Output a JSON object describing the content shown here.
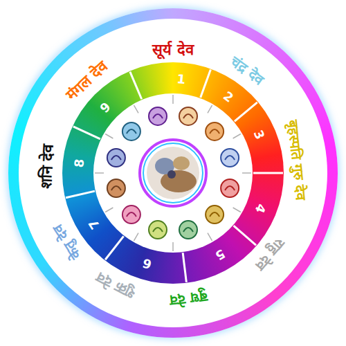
{
  "diagram": {
    "labels": [
      "सूर्य देव",
      "चंद्र देव",
      "बृहस्पति गुरु देव",
      "राहु देव",
      "बुध देव",
      "शुक्र देव",
      "केतु देव",
      "शनि देव",
      "मंगल देव",
      "1",
      "2",
      "3",
      "4",
      "5",
      "6",
      "7",
      "8",
      "9"
    ]
  }
}
